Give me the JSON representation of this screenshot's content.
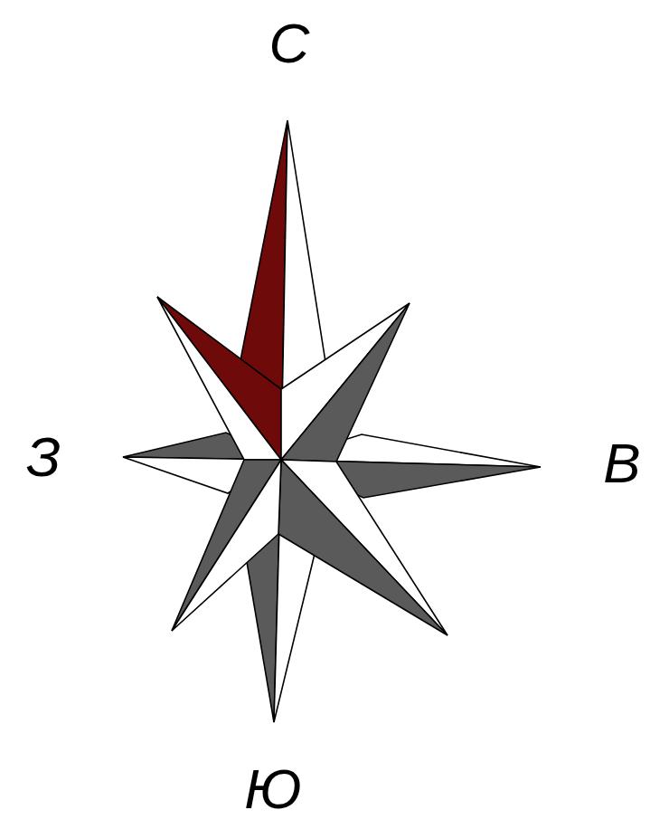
{
  "diagram": {
    "labels": [
      "С",
      "З",
      "В",
      "Ю"
    ]
  }
}
